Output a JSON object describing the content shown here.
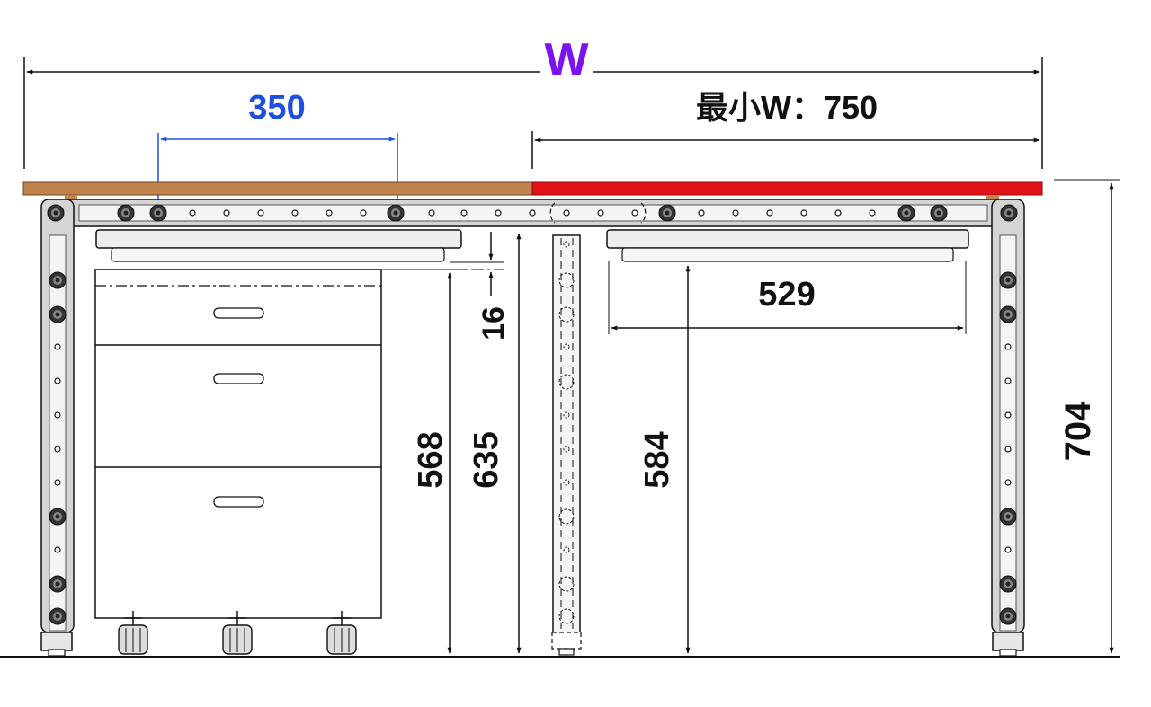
{
  "labels": {
    "width_symbol": "W",
    "min_width": "最小W：750",
    "spacing_350": "350",
    "span_529": "529",
    "gap_16": "16",
    "height_568": "568",
    "height_635": "635",
    "height_584": "584",
    "height_704": "704"
  },
  "colors": {
    "width_symbol": "#7b12f0",
    "blue_dimension": "#1d4fe0",
    "wood_top": "#c0834b",
    "red_extension": "#e11116",
    "frame_fill": "#d5d5d5",
    "line": "#111111"
  }
}
